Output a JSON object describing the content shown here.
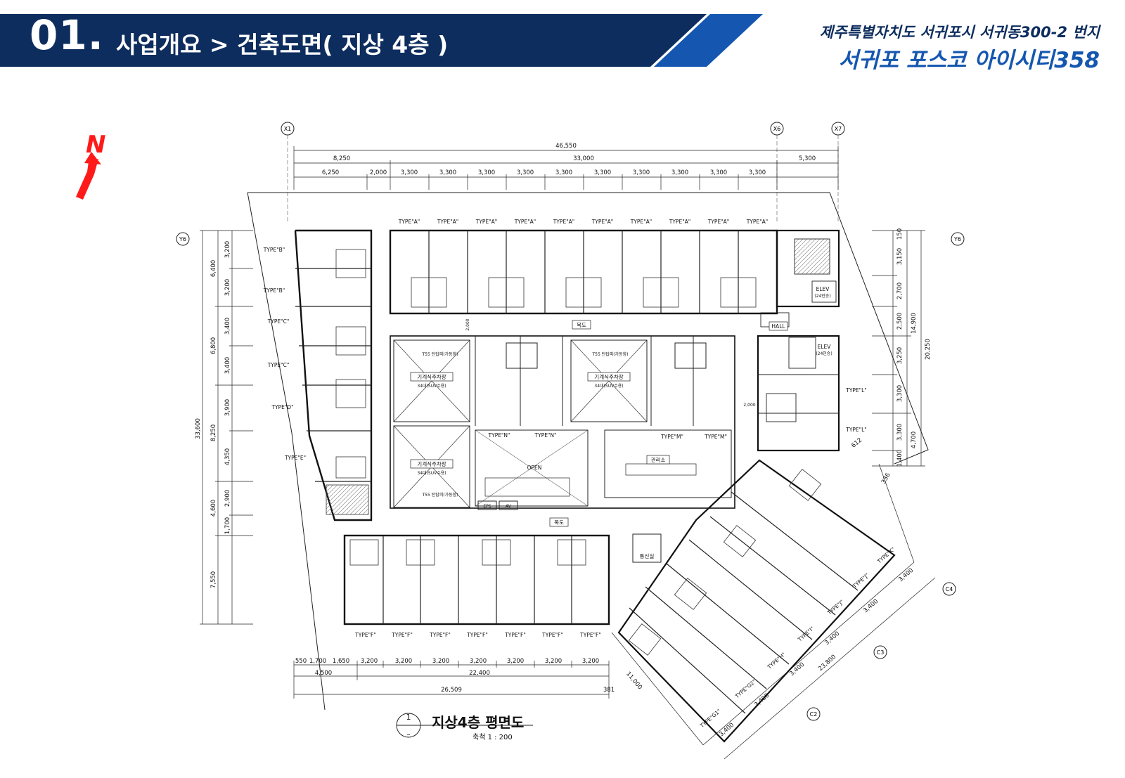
{
  "header": {
    "section_number": "01.",
    "section_title": "사업개요 > 건축도면( 지상 4층 )",
    "address": "제주특별자치도 서귀포시 서귀동300-2 번지",
    "project_name": "서귀포 포스코 아이시티358",
    "colors": {
      "bar": "#0d2d5e",
      "stripe": "#1557b0",
      "project": "#1557b0"
    }
  },
  "north": {
    "label": "N",
    "color": "#ff1a1a"
  },
  "plan": {
    "grid_tags": {
      "x1": "X1",
      "x6": "X6",
      "x7": "X7",
      "y6_left": "Y6",
      "y6_right": "Y6",
      "c2": "C2",
      "c3": "C3",
      "c4": "C4"
    },
    "top_dims": {
      "overall": "46,550",
      "second_row": [
        "8,250",
        "33,000",
        "5,300"
      ],
      "third_row": [
        "6,250",
        "2,000",
        "3,300",
        "3,300",
        "3,300",
        "3,300",
        "3,300",
        "3,300",
        "3,300",
        "3,300",
        "3,300",
        "3,300"
      ]
    },
    "left_dims": {
      "overall": "33,600",
      "groups": [
        "6,400",
        "6,800",
        "8,250",
        "4,600",
        "7,550"
      ],
      "details": [
        "3,200",
        "3,200",
        "3,400",
        "3,400",
        "3,900",
        "4,350",
        "2,900",
        "1,700"
      ]
    },
    "right_dims": {
      "overall": "20,250",
      "group": "14,900",
      "group2": "4,700",
      "details": [
        "150",
        "3,150",
        "2,700",
        "2,500",
        "3,250",
        "3,300",
        "3,300",
        "1,400"
      ]
    },
    "bottom_dims": {
      "details": [
        "550",
        "1,700",
        "1,650",
        "3,200",
        "3,200",
        "3,200",
        "3,200",
        "3,200",
        "3,200",
        "3,200"
      ],
      "group": [
        "4,500",
        "22,400"
      ],
      "overall": "26,509",
      "tail": "381"
    },
    "diag_dims": {
      "details": [
        "3,400",
        "3,400",
        "3,400",
        "3,400",
        "3,400",
        "3,400"
      ],
      "overall": "23,800",
      "left": "11,000",
      "corner": "336",
      "small": "612"
    },
    "unit_labels": {
      "top_row": [
        "TYPE\"A\"",
        "TYPE\"A\"",
        "TYPE\"A\"",
        "TYPE\"A\"",
        "TYPE\"A\"",
        "TYPE\"A\"",
        "TYPE\"A\"",
        "TYPE\"A\"",
        "TYPE\"A\"",
        "TYPE\"A\""
      ],
      "left_col": [
        "TYPE\"B\"",
        "TYPE\"B\"",
        "TYPE\"C\"",
        "TYPE\"C\"",
        "TYPE\"D\"",
        "TYPE\"E\""
      ],
      "bottom_row": [
        "TYPE\"F\"",
        "TYPE\"F\"",
        "TYPE\"F\"",
        "TYPE\"F\"",
        "TYPE\"F\"",
        "TYPE\"F\"",
        "TYPE\"F\""
      ],
      "right_col": [
        "TYPE\"L\"",
        "TYPE\"L\""
      ],
      "diag_row": [
        "TYPE\"G1\"",
        "TYPE\"G2\"",
        "TYPE\"H\"",
        "TYPE\"I\"",
        "TYPE\"J\"",
        "TYPE\"J\"",
        "TYPE\"K\""
      ],
      "center_n": [
        "TYPE\"N\"",
        "TYPE\"N\""
      ],
      "center_m": [
        "TYPE\"M\"",
        "TYPE\"M\""
      ]
    },
    "rooms": {
      "corridor_top": "복도",
      "corridor_bottom": "복도",
      "hall": "HALL",
      "elev1": "ELEV",
      "elev1_sub": "(24인승)",
      "elev2": "ELEV",
      "elev2_sub": "(24인승)",
      "parking": "기계식주차장",
      "parking_sub": "34대(SUV수용)",
      "tower": "T55 탄탑피(가동함)",
      "open": "OPEN",
      "mgmt": "관리소",
      "comm": "통신실",
      "eps": "EPS",
      "av": "AV",
      "corr_dim": "2,000"
    }
  },
  "caption": {
    "number": "1",
    "title": "지상4층 평면도",
    "scale": "축척 1 : 200"
  }
}
